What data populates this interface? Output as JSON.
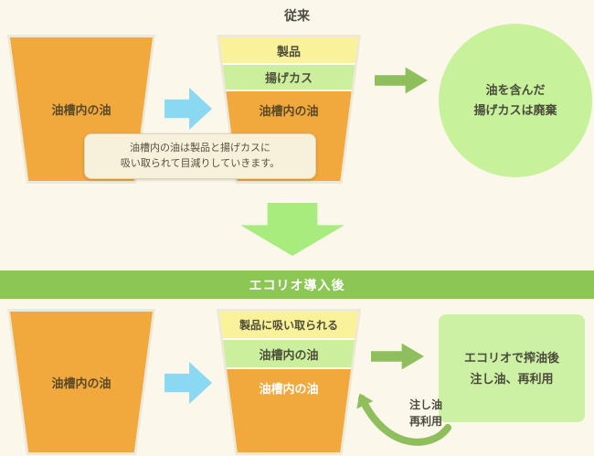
{
  "colors": {
    "background": "#FBF7EA",
    "tank_orange": "#F1A83C",
    "layer_yellow": "#FAF29B",
    "layer_green": "#CBEF9D",
    "tank_border": "#EDE9D6",
    "blue_arrow": "#8BD8F2",
    "green_arrow": "#8FBE5C",
    "down_arrow": "#A8EC7D",
    "banner_green": "#8CC655",
    "circle_green": "#C8F19B",
    "box_green": "#CDF1A4",
    "tooltip_bg": "#F7F1DC",
    "tooltip_border": "#DCD5B8"
  },
  "top": {
    "title": "従来",
    "left_tank": {
      "label": "油槽内の油"
    },
    "middle_tank": {
      "layers": [
        "製品",
        "揚げカス",
        "油槽内の油"
      ]
    },
    "tooltip": {
      "line1": "油槽内の油は製品と揚げカスに",
      "line2": "吸い取られて目減りしていきます。"
    },
    "waste_circle": {
      "line1": "油を含んだ",
      "line2": "揚げカスは廃棄"
    }
  },
  "banner": {
    "label": "エコリオ導入後"
  },
  "bottom": {
    "left_tank": {
      "label": "油槽内の油"
    },
    "middle_tank": {
      "layers": [
        "製品に吸い取られる",
        "油槽内の油",
        "油槽内の油"
      ]
    },
    "reuse_box": {
      "line1": "エコリオで搾油後",
      "line2": "注し油、再利用"
    },
    "recycle_label": {
      "line1": "注し油",
      "line2": "再利用"
    }
  }
}
